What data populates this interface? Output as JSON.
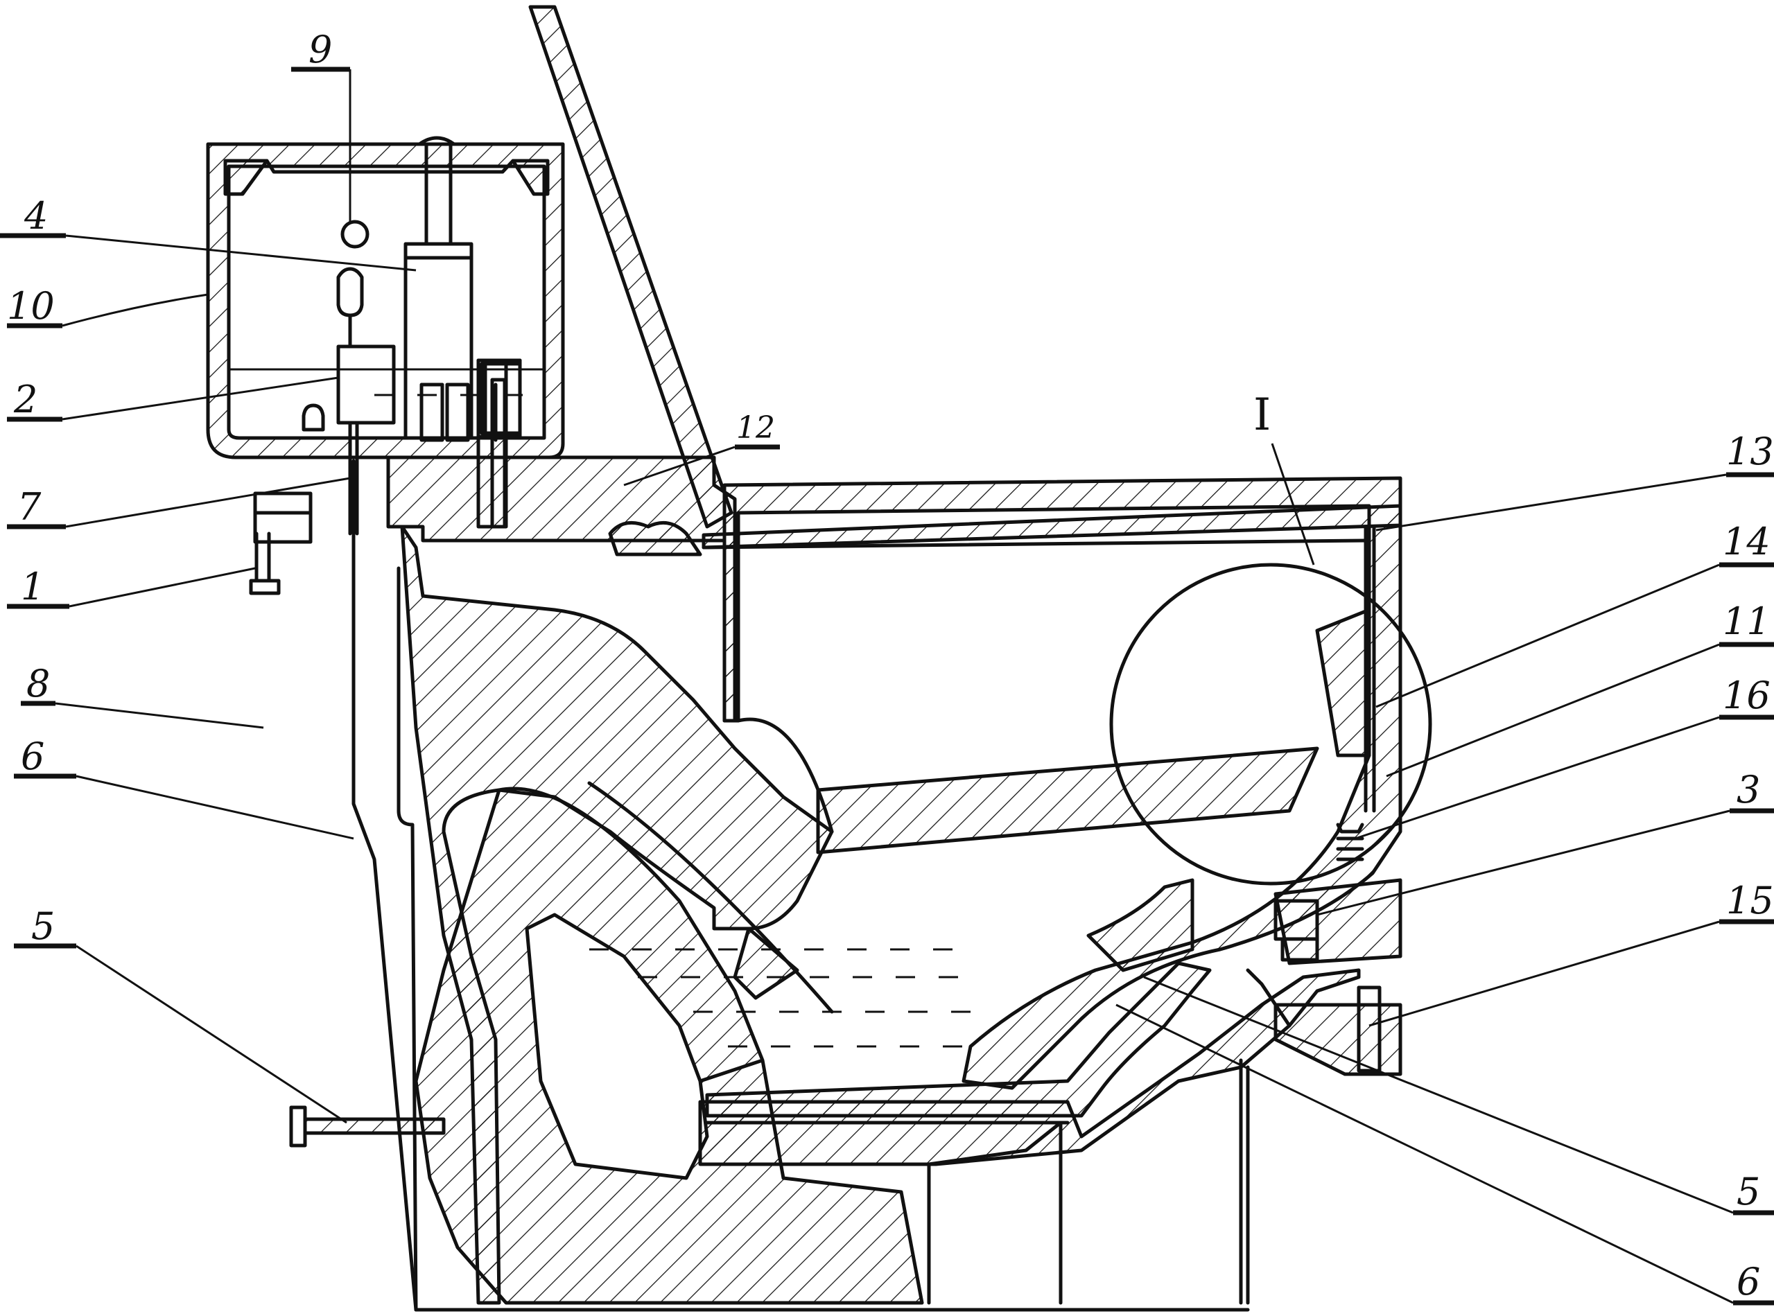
{
  "figure": {
    "type": "patent cross-section drawing",
    "detail_marker": "I",
    "labels": {
      "l9": "9",
      "l4": "4",
      "l10": "10",
      "l2": "2",
      "l7": "7",
      "l1": "1",
      "l8": "8",
      "l6": "6",
      "l5a": "5",
      "l12": "12",
      "l13": "13",
      "l14": "14",
      "l11": "11",
      "l16": "16",
      "l3": "3",
      "l15": "15",
      "l5b": "5",
      "l6b": "6"
    }
  }
}
